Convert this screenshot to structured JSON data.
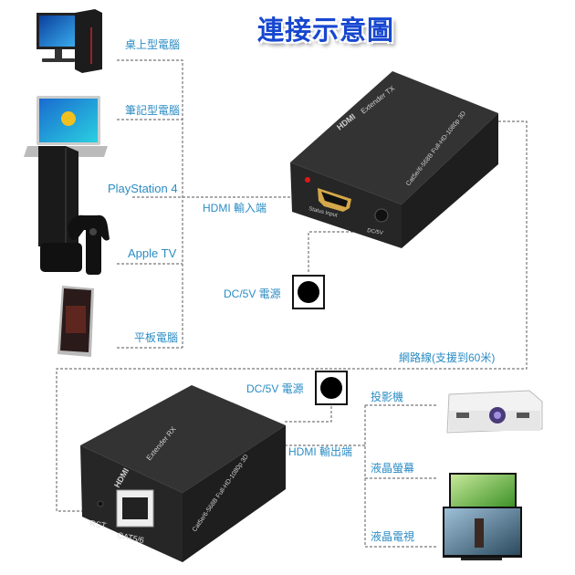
{
  "title": "連接示意圖",
  "sources": [
    {
      "label": "桌上型電腦",
      "icon": "desktop-computer-icon"
    },
    {
      "label": "筆記型電腦",
      "icon": "laptop-icon"
    },
    {
      "label": "PlayStation 4",
      "icon": "game-console-icon"
    },
    {
      "label": "Apple TV",
      "icon": "media-box-icon"
    },
    {
      "label": "平板電腦",
      "icon": "tablet-icon"
    }
  ],
  "transmitter": {
    "brand": "HDMI",
    "model": "Extender  TX",
    "spec": "Cat5e/6-568B Full-HD-1080p 3D",
    "port_label": "Status  Input",
    "dc_label": "DC/5V",
    "input_label": "HDMI 輸入端",
    "power_label": "DC/5V 電源"
  },
  "cable_label": "網路線(支援到60米)",
  "receiver": {
    "brand": "HDMI",
    "model": "Extender  RX",
    "spec": "Cat5e/6-568B Full-HD-1080p 3D",
    "rst_label": "RST",
    "port_label": "CAT5/6",
    "output_label": "HDMI 輸出端",
    "power_label": "DC/5V 電源"
  },
  "displays": [
    {
      "label": "投影機",
      "icon": "projector-icon"
    },
    {
      "label": "液晶螢幕",
      "icon": "monitor-icon"
    },
    {
      "label": "液晶電視",
      "icon": "tv-icon"
    }
  ],
  "colors": {
    "label": "#2b8cc4",
    "title": "#1747d0",
    "device": "#2a2a2a"
  }
}
